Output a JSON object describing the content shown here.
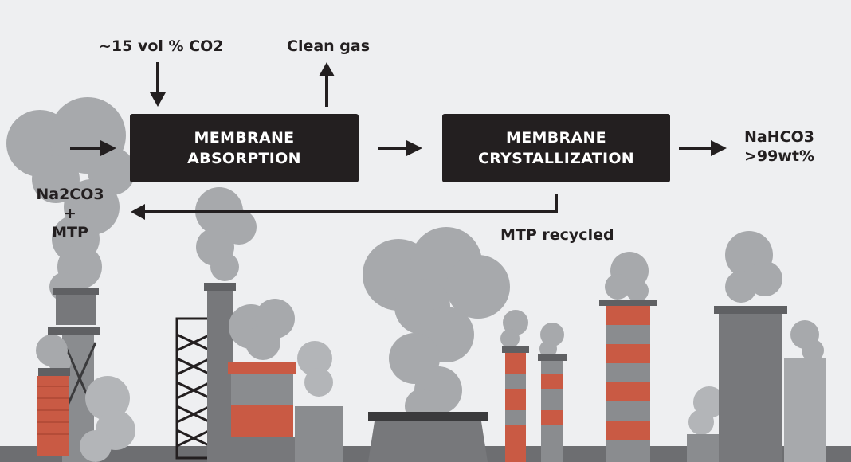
{
  "diagram": {
    "input_label": "~15 vol % CO2",
    "output_gas_label": "Clean gas",
    "box_absorption": {
      "line1": "MEMBRANE",
      "line2": "ABSORPTION"
    },
    "box_crystallization": {
      "line1": "MEMBRANE",
      "line2": "CRYSTALLIZATION"
    },
    "product": {
      "line1": "NaHCO3",
      "line2": ">99wt%"
    },
    "feed": {
      "line1": "Na2CO3",
      "line2": "+",
      "line3": "MTP"
    },
    "recycle_label": "MTP recycled"
  },
  "colors": {
    "background": "#eeeff1",
    "box": "#231f20",
    "smoke": "#a7a9ac",
    "stack_red": "#d4513a",
    "stack_gray": "#8a8c8f"
  }
}
